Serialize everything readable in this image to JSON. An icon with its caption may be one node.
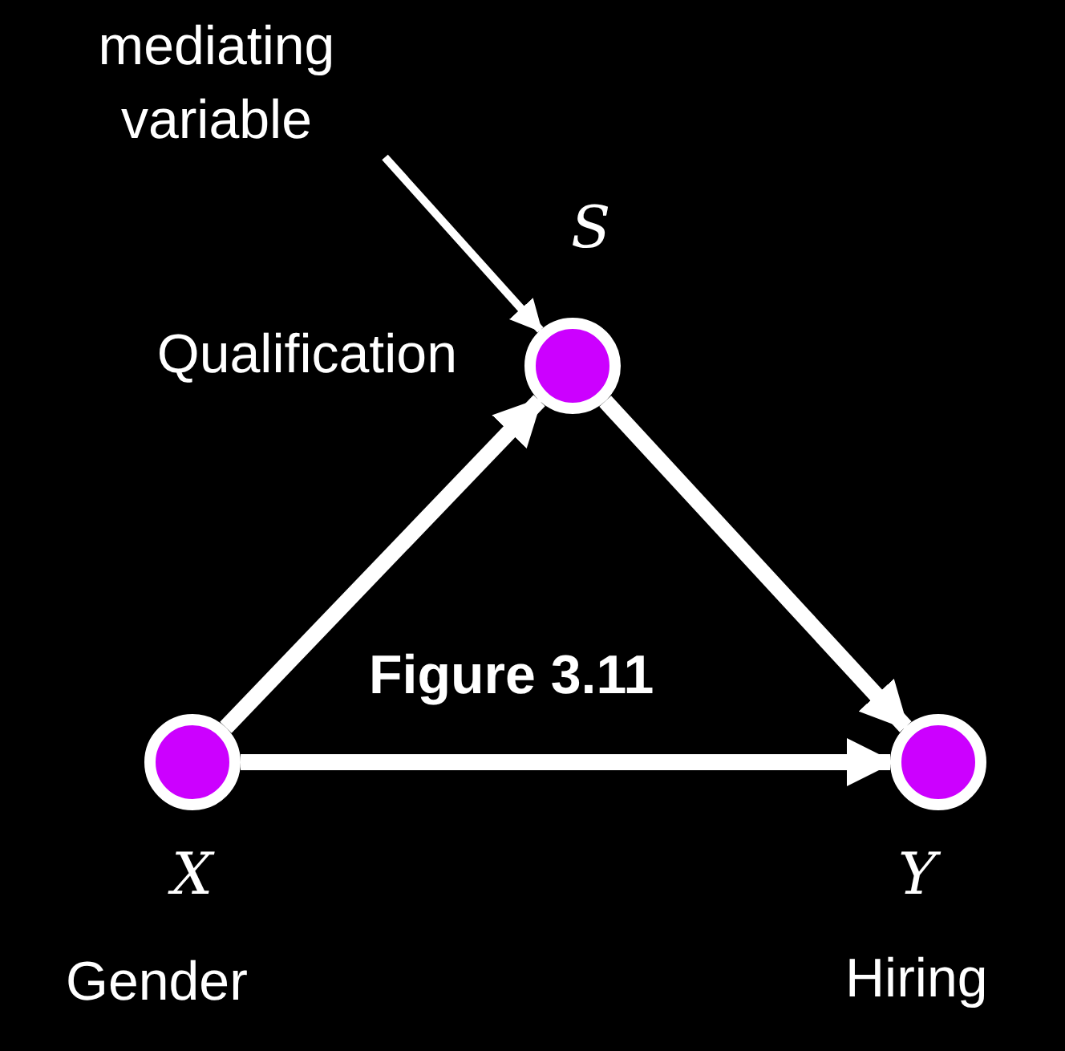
{
  "diagram": {
    "nodes": [
      {
        "text": [
          "S"
        ],
        "beside": [
          "Qualification"
        ]
      },
      {
        "text": [
          "X"
        ],
        "beside": [
          "Gender"
        ]
      },
      {
        "text": [
          "Y"
        ],
        "beside": [
          "Hiring"
        ]
      },
      {
        "text": [
          "mediating variable"
        ]
      }
    ],
    "edges": [
      {
        "from": 1,
        "to": 0,
        "arrow": "to"
      },
      {
        "from": 0,
        "to": 2,
        "arrow": "to"
      },
      {
        "from": 1,
        "to": 2,
        "arrow": "to"
      },
      {
        "from": 3,
        "to": 0,
        "arrow": "to"
      }
    ],
    "labels": [
      "Figure 3.11"
    ]
  }
}
